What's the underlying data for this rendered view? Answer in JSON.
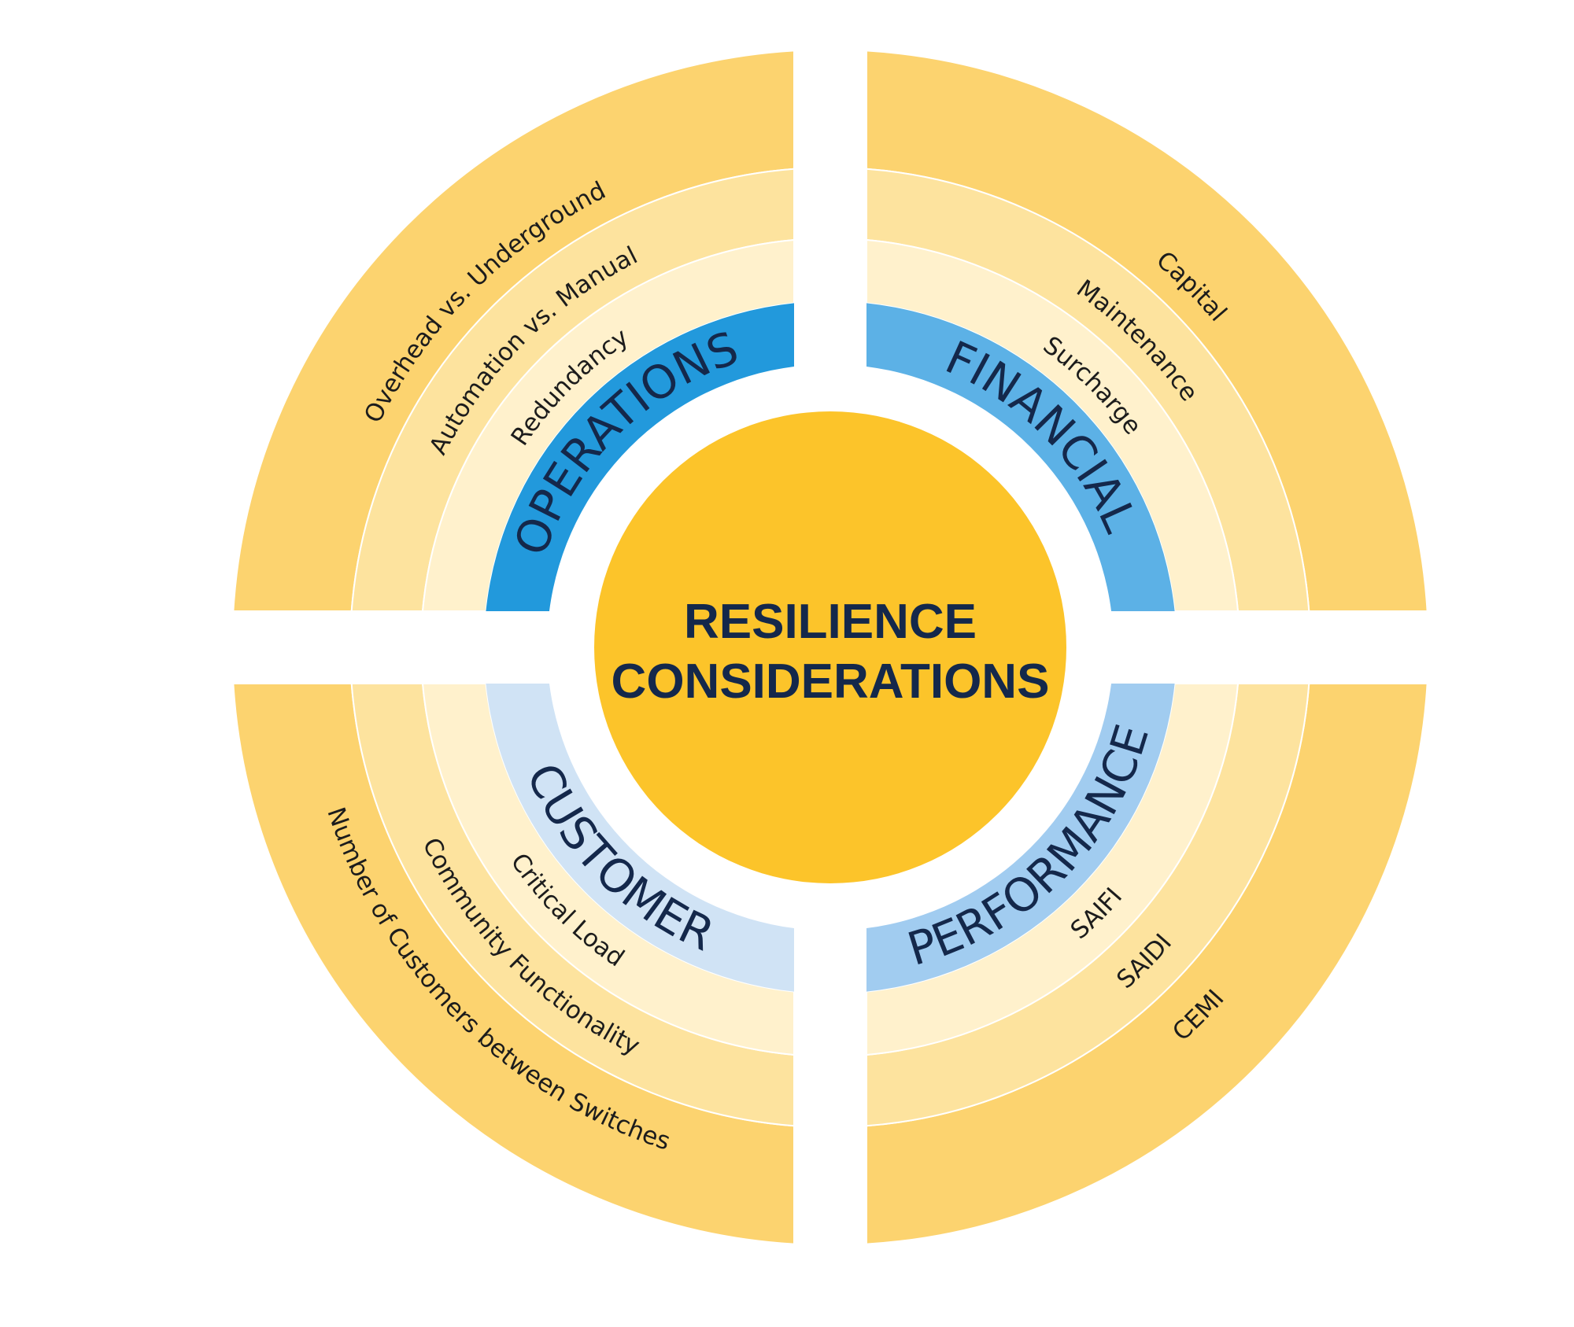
{
  "center": {
    "lines": [
      "RESILIENCE",
      "CONSIDERATIONS"
    ],
    "color": "#fcc42a"
  },
  "ring_colors": {
    "inner": "#fff1cc",
    "middle": "#fde39e",
    "outer": "#fcd36f",
    "divider": "#ffffff"
  },
  "text_colors": {
    "category": "#14284b",
    "item": "#1c1c1c"
  },
  "quadrants": [
    {
      "key": "operations",
      "position": "top-left",
      "label": "OPERATIONS",
      "color": "#2299dc",
      "items": [
        "Redundancy",
        "Automation vs. Manual",
        "Overhead vs. Underground"
      ]
    },
    {
      "key": "financial",
      "position": "top-right",
      "label": "FINANCIAL",
      "color": "#5cb1e6",
      "items": [
        "Surcharge",
        "Maintenance",
        "Capital"
      ]
    },
    {
      "key": "performance",
      "position": "bottom-right",
      "label": "PERFORMANCE",
      "color": "#a1ccf0",
      "items": [
        "SAIFI",
        "SAIDI",
        "CEMI"
      ]
    },
    {
      "key": "customer",
      "position": "bottom-left",
      "label": "CUSTOMER",
      "color": "#d0e3f5",
      "items": [
        "Critical Load",
        "Community Functionality",
        "Number of Customers between Switches"
      ]
    }
  ]
}
